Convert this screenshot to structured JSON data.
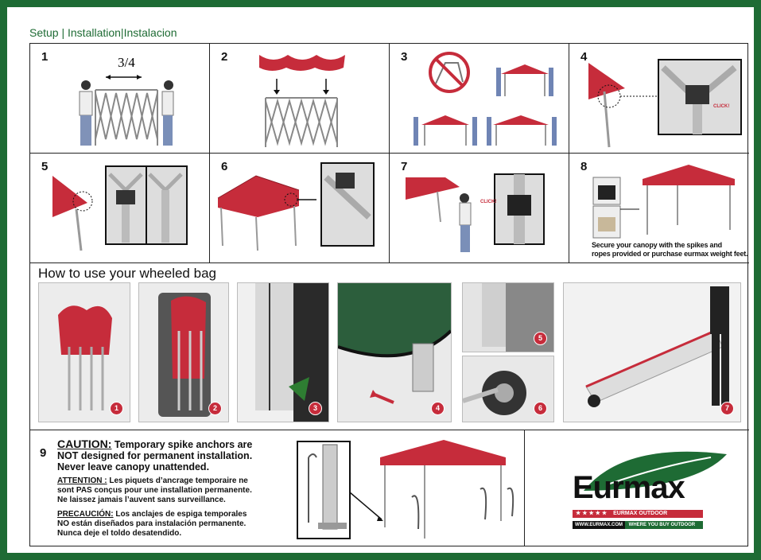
{
  "header": {
    "title": "Setup | Installation|Instalacion"
  },
  "steps": [
    {
      "n": "1",
      "label_fraction": "3/4"
    },
    {
      "n": "2"
    },
    {
      "n": "3"
    },
    {
      "n": "4",
      "click": "CLICK!"
    },
    {
      "n": "5"
    },
    {
      "n": "6"
    },
    {
      "n": "7",
      "click": "CLICK!"
    },
    {
      "n": "8",
      "secure_line1": "Secure your canopy with the spikes and",
      "secure_line2": "ropes provided or purchase eurmax weight feet."
    }
  ],
  "bag_section": {
    "heading": "How to use your wheeled bag",
    "photos": [
      "1",
      "2",
      "3",
      "4",
      "5",
      "6",
      "7"
    ]
  },
  "caution": {
    "step": "9",
    "en_label": "CAUTION:",
    "en_text1": " Temporary spike anchors are",
    "en_text2": "NOT designed for permanent installation.",
    "en_text3": "Never leave canopy unattended.",
    "fr_label": "ATTENTION :",
    "fr_text1": " Les piquets d’ancrage temporaire ne",
    "fr_text2": "sont PAS conçus pour une installation permanente.",
    "fr_text3": "Ne laissez jamais l’auvent sans surveillance.",
    "es_label": "PRECAUCIÓN:",
    "es_text1": " Los anclajes de espiga temporales",
    "es_text2": "NO están diseñados para instalación permanente.",
    "es_text3": "Nunca deje el toldo desatendido."
  },
  "logo": {
    "brand": "Eurmax",
    "stars": "★ ★ ★ ★ ★",
    "tag": "EURMAX OUTDOOR",
    "url": "WWW.EURMAX.COM",
    "slogan": "WHERE YOU BUY OUTDOOR EQUIPMENT"
  },
  "colors": {
    "green": "#1e6b34",
    "red": "#c62c3b",
    "dark": "#111111"
  }
}
